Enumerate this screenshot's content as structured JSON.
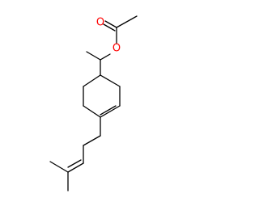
{
  "structure": {
    "atoms": [
      {
        "id": "O_carbonyl",
        "label": "O",
        "color": "#ff0000"
      },
      {
        "id": "O_ester",
        "label": "O",
        "color": "#ff0000"
      }
    ],
    "bond_color": "#000000"
  }
}
